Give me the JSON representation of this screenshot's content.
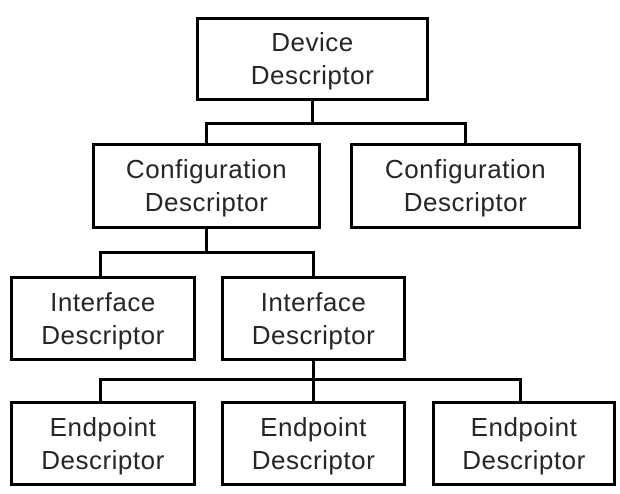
{
  "diagram": {
    "nodes": {
      "device": {
        "lines": [
          "Device",
          "Descriptor"
        ]
      },
      "config_left": {
        "lines": [
          "Configuration",
          "Descriptor"
        ]
      },
      "config_right": {
        "lines": [
          "Configuration",
          "Descriptor"
        ]
      },
      "interface_left": {
        "lines": [
          "Interface",
          "Descriptor"
        ]
      },
      "interface_right": {
        "lines": [
          "Interface",
          "Descriptor"
        ]
      },
      "endpoint_1": {
        "lines": [
          "Endpoint",
          "Descriptor"
        ]
      },
      "endpoint_2": {
        "lines": [
          "Endpoint",
          "Descriptor"
        ]
      },
      "endpoint_3": {
        "lines": [
          "Endpoint",
          "Descriptor"
        ]
      }
    },
    "colors": {
      "background": "#ffffff",
      "box_border": "#000000",
      "connector": "#000000",
      "text": "#262626"
    }
  }
}
